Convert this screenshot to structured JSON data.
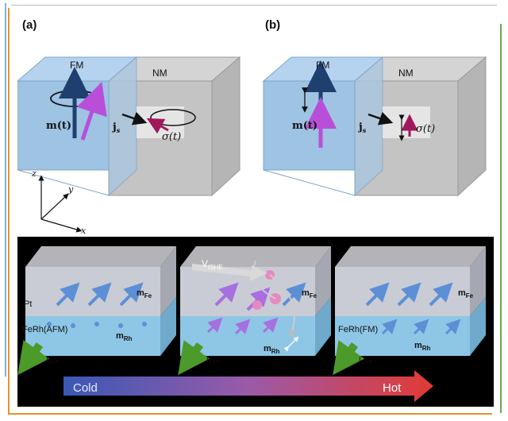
{
  "top": {
    "panel_a_label": "(a)",
    "panel_b_label": "(b)",
    "fm": "FM",
    "nm": "NM",
    "m_t": "m(t)",
    "j_s": "j",
    "j_s_sub": "s",
    "sigma_t": "σ(t)",
    "axis_z": "z",
    "axis_y": "y",
    "axis_x": "x"
  },
  "bottom": {
    "pt": "Pt",
    "ferh_afm": "FeRh(AFM)",
    "ferh_fm": "FeRh(FM)",
    "m_fe": "m",
    "m_fe_sub": "Fe",
    "m_rh": "m",
    "m_rh_sub": "Rh",
    "v_ishe": "V",
    "v_ishe_sub": "ISHE",
    "i_ext": "I",
    "i_ext_sub": "EXT",
    "cold": "Cold",
    "hot": "Hot"
  },
  "colors": {
    "fm_block": "#9ec3e3",
    "nm_block": "#c8c8c8",
    "magenta_arrow": "#b94fd9",
    "navy_arrow": "#1f3f6e",
    "green_arrow": "#4c9a2a",
    "gradient_start": "#3a58b5",
    "gradient_end": "#e23a35"
  }
}
